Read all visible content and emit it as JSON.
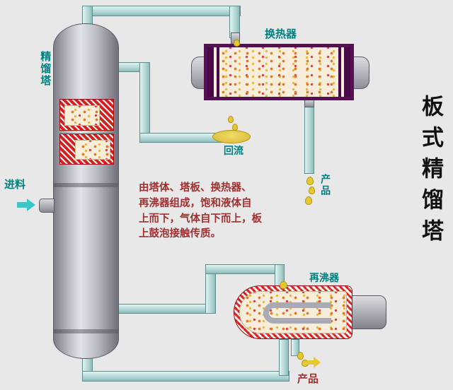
{
  "title": {
    "text": "板式精馏塔"
  },
  "labels": {
    "heat_exchanger": "换热器",
    "column": "精馏塔",
    "reflux": "回流",
    "product_top": "产品",
    "feed": "进料",
    "reboiler": "再沸器",
    "product_bottom": "产品"
  },
  "description": "由塔体、塔板、换热器、\n再沸器组成，饱和液体自\n上而下，气体自下而上，板\n上鼓泡接触传质。",
  "colors": {
    "background": "#e8e8e8",
    "pipe": "#b4d8d8",
    "label_teal": "#008080",
    "hatch_red": "#d42020",
    "exchanger_purple": "#541052",
    "drop_yellow": "#e6c832",
    "description_red": "#a03030"
  }
}
